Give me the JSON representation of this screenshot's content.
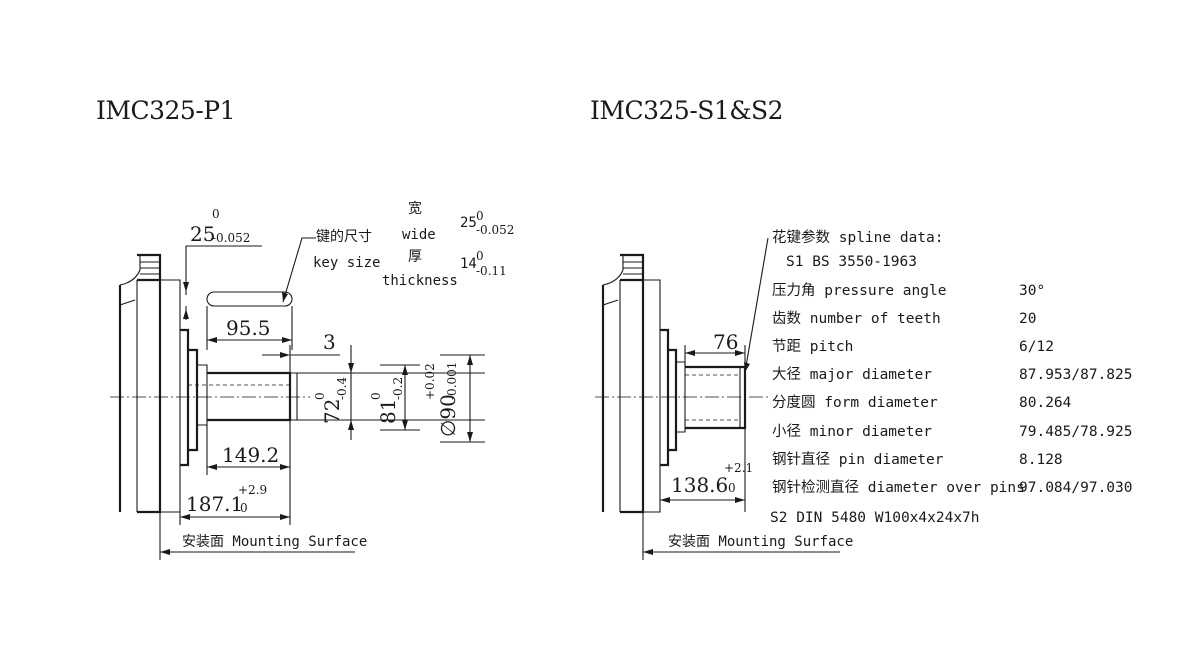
{
  "left": {
    "title": "IMC325-P1",
    "key_w_nom": "25",
    "key_w_up": "0",
    "key_w_lo": "-0.052",
    "key_cn": "键的尺寸",
    "key_en": "key size",
    "wide_cn": "宽",
    "wide_en": "wide",
    "wide_val": "25",
    "wide_up": "0",
    "wide_lo": "-0.052",
    "thick_cn": "厚",
    "thick_en": "thickness",
    "thick_val": "14",
    "thick_up": "0",
    "thick_lo": "-0.11",
    "d_95": "95.5",
    "d_3": "3",
    "d_72": "72",
    "d_72_up": "0",
    "d_72_lo": "-0.4",
    "d_81": "81",
    "d_81_up": "0",
    "d_81_lo": "-0.2",
    "d_90": "∅90",
    "d_90_up": "+0.02",
    "d_90_lo": "-0.001",
    "d_149": "149.2",
    "d_187": "187.1",
    "d_187_up": "+2.9",
    "d_187_lo": "0",
    "mount": "安装面 Mounting Surface"
  },
  "right": {
    "title": "IMC325-S1&S2",
    "d_76": "76",
    "d_138": "138.6",
    "d_138_up": "+2.1",
    "d_138_lo": "0",
    "spline_head": "花键参数 spline data:",
    "s1_std": "S1 BS 3550-1963",
    "rows": [
      {
        "label": "压力角 pressure angle",
        "value": "30°"
      },
      {
        "label": "齿数 number of teeth",
        "value": "20"
      },
      {
        "label": "节距 pitch",
        "value": "6/12"
      },
      {
        "label": "大径 major diameter",
        "value": "87.953/87.825"
      },
      {
        "label": "分度圆 form diameter",
        "value": "80.264"
      },
      {
        "label": "小径 minor diameter",
        "value": "79.485/78.925"
      },
      {
        "label": "钢针直径 pin diameter",
        "value": "8.128"
      },
      {
        "label": "钢针检测直径 diameter over pins",
        "value": "97.084/97.030"
      }
    ],
    "s2_std": "S2 DIN 5480 W100x4x24x7h",
    "mount": "安装面 Mounting Surface"
  }
}
